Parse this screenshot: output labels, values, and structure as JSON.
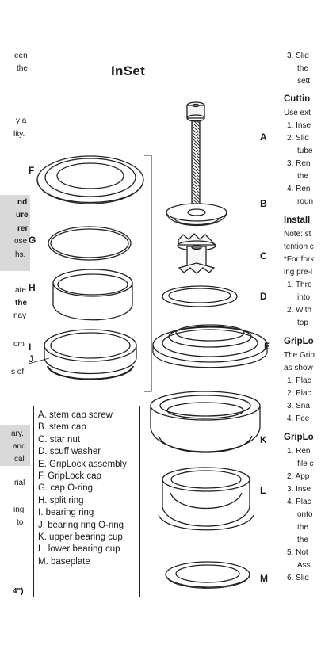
{
  "page_title": "InSet",
  "left_fragments": [
    "een",
    "the",
    "y a",
    "lity.",
    "nd",
    "ure",
    "rer",
    "ose",
    "hs.",
    "ate",
    "the",
    "nay",
    "om",
    "s of",
    "ary.",
    "and",
    "cal",
    "rial",
    "ing",
    "to",
    "4\")"
  ],
  "callouts": [
    "A",
    "B",
    "C",
    "D",
    "E",
    "F",
    "G",
    "H",
    "I",
    "J",
    "K",
    "L",
    "M"
  ],
  "legend": [
    "A. stem cap screw",
    "B. stem cap",
    "C. star nut",
    "D. scuff washer",
    "E. GripLock assembly",
    "F. GripLock cap",
    "G. cap O-ring",
    "H. split ring",
    "I.  bearing ring",
    "J. bearing ring O-ring",
    "K. upper bearing cup",
    "L. lower bearing cup",
    "M. baseplate"
  ],
  "right_column": [
    "3.  Slid",
    "the",
    "sett",
    "Cuttin",
    "Use ext",
    "1.  Inse",
    "2.  Slid",
    "tube",
    "3.  Ren",
    "the",
    "4.  Ren",
    "roun",
    "Install",
    "Note: st",
    "tention c",
    "*For fork",
    "ing pre-l",
    "1.  Thre",
    "into",
    "2.  With",
    "top",
    "GripLo",
    "The Grip",
    "as show",
    "1.  Plac",
    "2.  Plac",
    "3.  Sna",
    "4.  Fee",
    "GripLo",
    "1.  Ren",
    "file c",
    "2.  App",
    "3.  Inse",
    "4.  Plac",
    "onto",
    "the",
    "the",
    "5.  Not",
    "Ass",
    "6.  Slid"
  ]
}
